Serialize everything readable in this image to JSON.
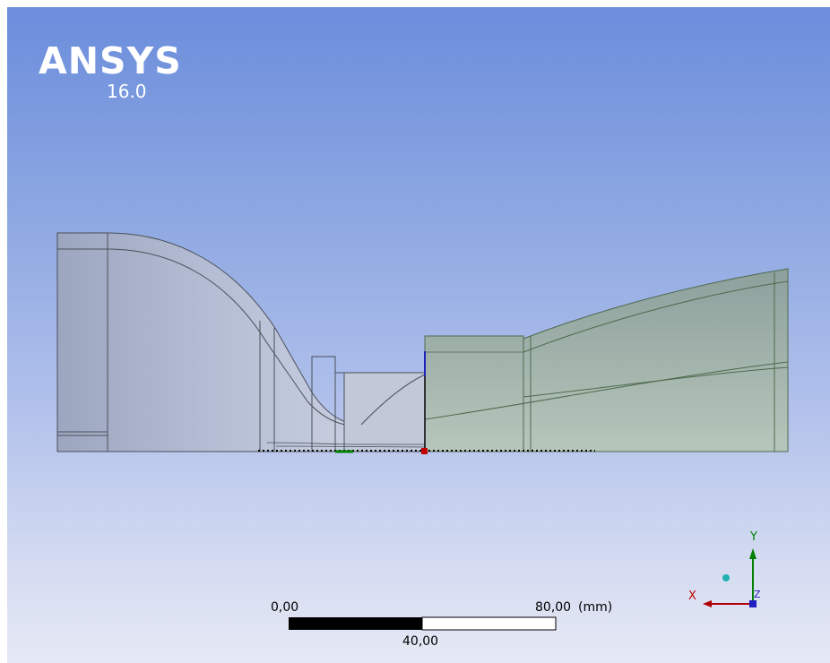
{
  "logo": {
    "brand": "ANSYS",
    "version": "16.0"
  },
  "scale_bar": {
    "start_label": "0,00",
    "mid_label": "40,00",
    "end_label": "80,00",
    "unit": "(mm)"
  },
  "triad": {
    "x_label": "X",
    "y_label": "Y",
    "z_label": "Z"
  },
  "colors": {
    "background_top": "#6b8ddc",
    "background_bottom": "#e6e9f5",
    "body_fill_gray": "#a8b1c9",
    "body_fill_green": "#9fb0a4",
    "edge_gray": "#4a4f5a",
    "edge_green": "#4e6a4e",
    "axis_x": "#c00000",
    "axis_y": "#008000",
    "axis_z": "#2020c0"
  }
}
